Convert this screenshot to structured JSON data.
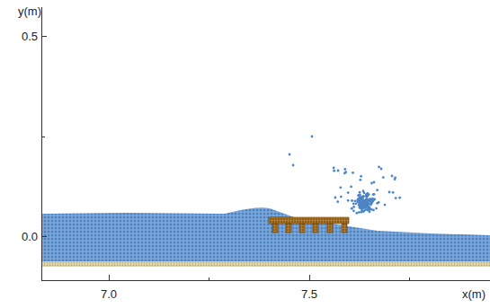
{
  "diagram": {
    "labels": [
      "y(m)",
      "0.5",
      "0.0",
      "7.0",
      "7.5",
      "x(m)"
    ]
  }
}
